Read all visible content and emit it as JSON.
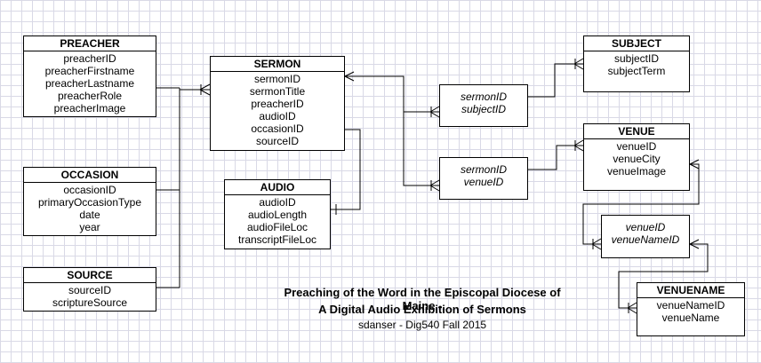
{
  "entities": {
    "preacher": {
      "title": "PREACHER",
      "attrs": [
        "preacherID",
        "preacherFirstname",
        "preacherLastname",
        "preacherRole",
        "preacherImage"
      ]
    },
    "occasion": {
      "title": "OCCASION",
      "attrs": [
        "occasionID",
        "primaryOccasionType",
        "date",
        "year"
      ]
    },
    "source": {
      "title": "SOURCE",
      "attrs": [
        "sourceID",
        "scriptureSource"
      ]
    },
    "sermon": {
      "title": "SERMON",
      "attrs": [
        "sermonID",
        "sermonTitle",
        "preacherID",
        "audioID",
        "occasionID",
        "sourceID"
      ]
    },
    "audio": {
      "title": "AUDIO",
      "attrs": [
        "audioID",
        "audioLength",
        "audioFileLoc",
        "transcriptFileLoc"
      ]
    },
    "subject": {
      "title": "SUBJECT",
      "attrs": [
        "subjectID",
        "subjectTerm"
      ]
    },
    "venue": {
      "title": "VENUE",
      "attrs": [
        "venueID",
        "venueCity",
        "venueImage"
      ]
    },
    "venuename": {
      "title": "VENUENAME",
      "attrs": [
        "venueNameID",
        "venueName"
      ]
    },
    "sermon_subject": {
      "title": "",
      "attrs": [
        "sermonID",
        "subjectID"
      ]
    },
    "sermon_venue": {
      "title": "",
      "attrs": [
        "sermonID",
        "venueID"
      ]
    },
    "venue_venuename": {
      "title": "",
      "attrs": [
        "venueID",
        "venueNameID"
      ]
    }
  },
  "caption": {
    "line1": "Preaching of the Word in the Episcopal Diocese of Maine -",
    "line2": "A Digital Audio Exhibition of Sermons",
    "line3": "sdanser - Dig540 Fall 2015"
  },
  "colors": {
    "line": "#000000",
    "grid": "#d9d9e6",
    "box": "#ffffff"
  }
}
